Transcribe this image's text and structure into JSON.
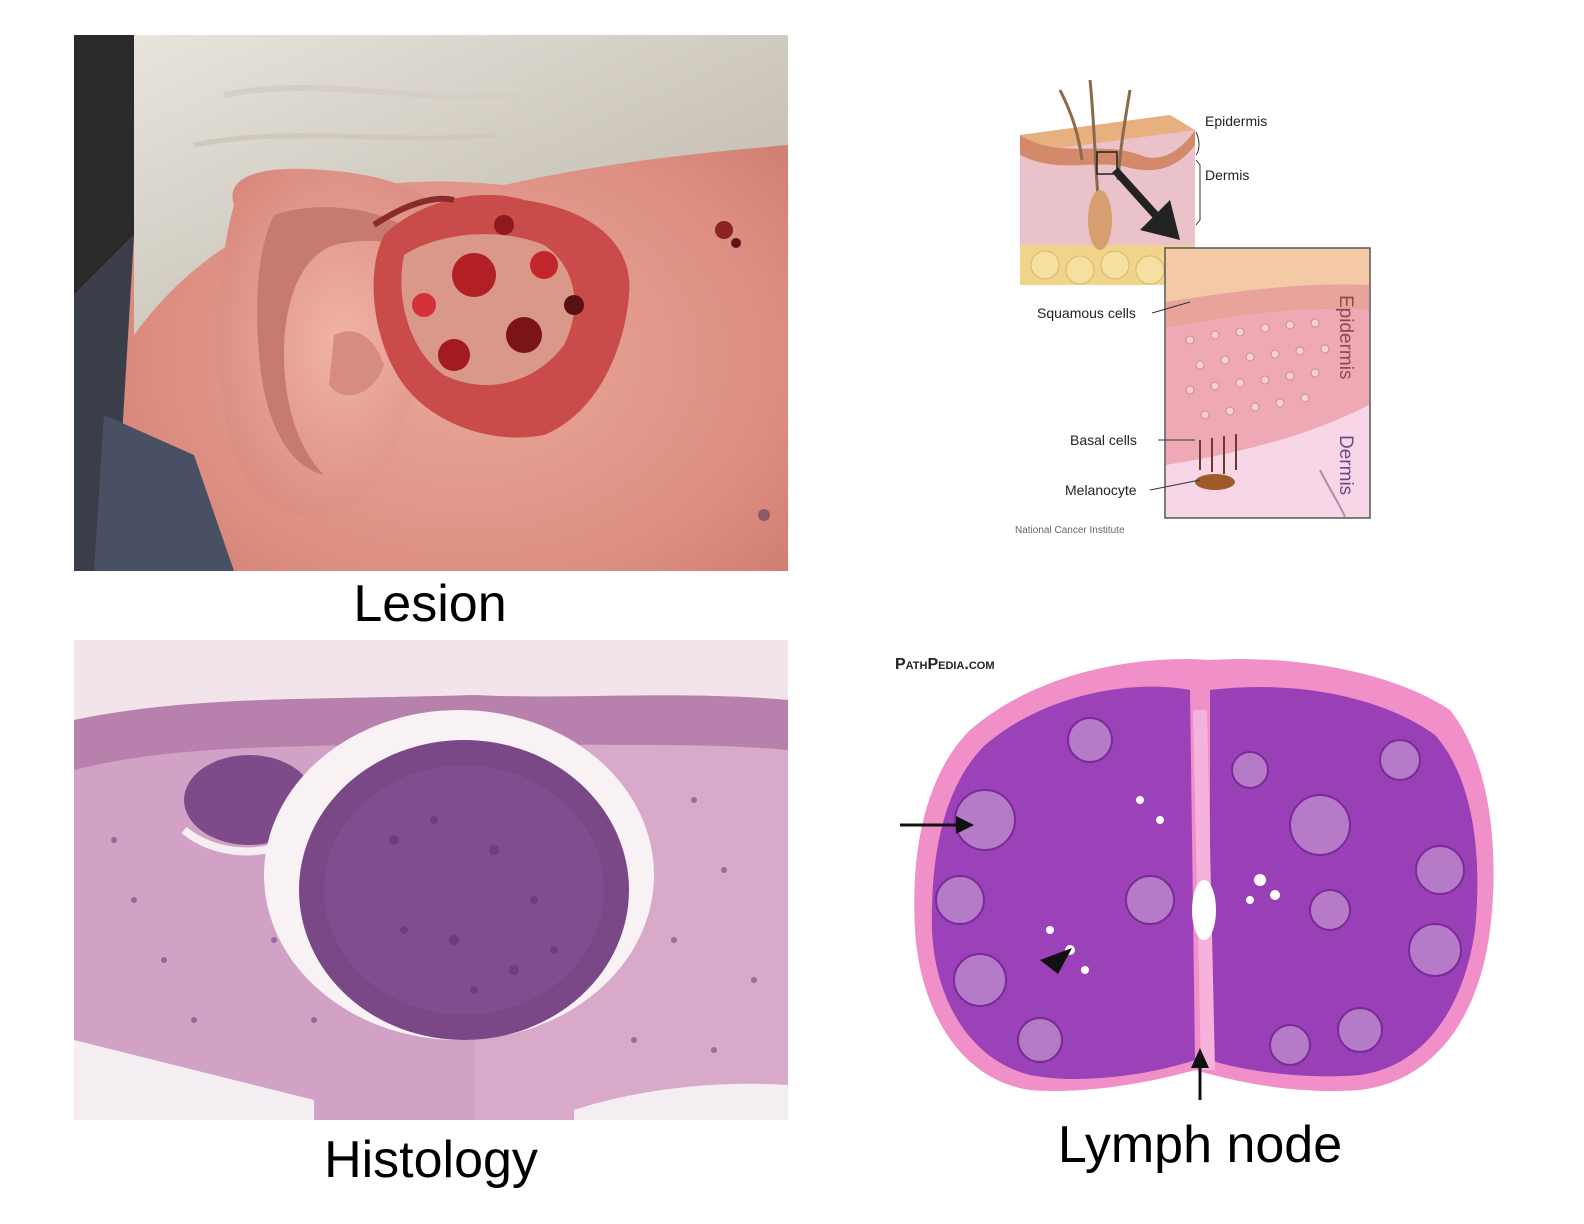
{
  "captions": {
    "lesion": "Lesion",
    "histology": "Histology",
    "lymph_node": "Lymph node"
  },
  "skin_diagram": {
    "epidermis_top": "Epidermis",
    "dermis_top": "Dermis",
    "squamous_cells": "Squamous cells",
    "basal_cells": "Basal cells",
    "melanocyte": "Melanocyte",
    "epidermis_vertical": "Epidermis",
    "dermis_vertical": "Dermis",
    "credit": "National Cancer Institute"
  },
  "lymph_image": {
    "watermark": "PathPedia.com"
  }
}
